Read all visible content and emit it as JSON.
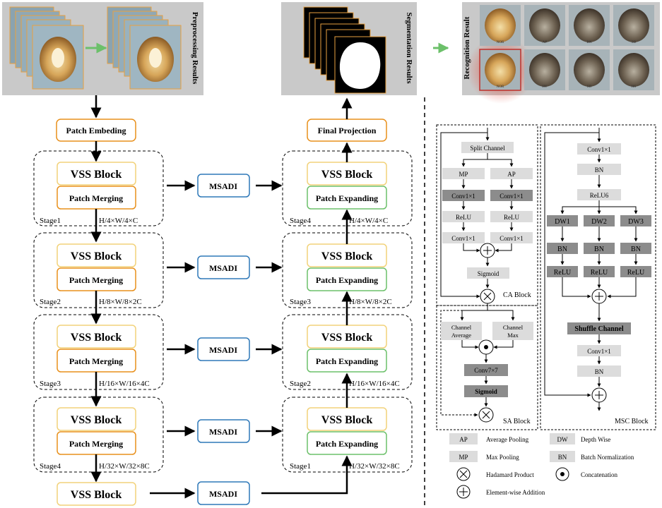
{
  "top": {
    "preprocessing_label": "Preprocessing Results",
    "segmentation_label": "Segmentation Results",
    "recognition_label": "Recognition Result",
    "recognition_tiles": [
      "NOR",
      "AP",
      "BN",
      "SD",
      "NOR",
      "HY",
      "SD",
      "HS"
    ]
  },
  "encoder": {
    "patch_embed": "Patch Embeding",
    "stages": [
      {
        "block": "VSS Block",
        "sub": "Patch Merging",
        "stage": "Stage1",
        "dim": "H/4×W/4×C"
      },
      {
        "block": "VSS Block",
        "sub": "Patch Merging",
        "stage": "Stage2",
        "dim": "H/8×W/8×2C"
      },
      {
        "block": "VSS Block",
        "sub": "Patch Merging",
        "stage": "Stage3",
        "dim": "H/16×W/16×4C"
      },
      {
        "block": "VSS Block",
        "sub": "Patch Merging",
        "stage": "Stage4",
        "dim": "H/32×W/32×8C"
      }
    ],
    "bottom_block": "VSS Block"
  },
  "msadi": [
    "MSADI",
    "MSADI",
    "MSADI",
    "MSADI",
    "MSADI"
  ],
  "decoder": {
    "final_projection": "Final Projection",
    "stages": [
      {
        "block": "VSS Block",
        "sub": "Patch Expanding",
        "stage": "Stage4",
        "dim": "H/4×W/4×C"
      },
      {
        "block": "VSS Block",
        "sub": "Patch Expanding",
        "stage": "Stage3",
        "dim": "H/8×W/8×2C"
      },
      {
        "block": "VSS Block",
        "sub": "Patch Expanding",
        "stage": "Stage2",
        "dim": "H/16×W/16×4C"
      },
      {
        "block": "VSS Block",
        "sub": "Patch Expanding",
        "stage": "Stage1",
        "dim": "H/32×W/32×8C"
      }
    ]
  },
  "ca": {
    "split": "Split Channel",
    "mp": "MP",
    "ap": "AP",
    "conv1": "Conv1×1",
    "relu": "ReLU",
    "conv2": "Conv1×1",
    "sigmoid": "Sigmoid",
    "label": "CA Block"
  },
  "sa": {
    "ch_avg_1": "Channel",
    "ch_avg_2": "Average",
    "ch_max_1": "Channel",
    "ch_max_2": "Max",
    "conv": "Conv7×7",
    "sigmoid": "Sigmoid",
    "label": "SA Block"
  },
  "msc": {
    "conv_top": "Conv1×1",
    "bn_top": "BN",
    "relu6": "ReLU6",
    "dw": [
      "DW1",
      "DW2",
      "DW3"
    ],
    "bn": "BN",
    "relu": "ReLU",
    "shuffle": "Shuffle Channel",
    "conv_bottom": "Conv1×1",
    "bn_bottom": "BN",
    "label": "MSC Block"
  },
  "legend": {
    "ap": {
      "key": "AP",
      "text": "Average Pooling"
    },
    "dw": {
      "key": "DW",
      "text": "Depth Wise"
    },
    "mp": {
      "key": "MP",
      "text": "Max Pooling"
    },
    "bn": {
      "key": "BN",
      "text": "Batch Normalization"
    },
    "hadamard": "Hadamard Product",
    "concat": "Concatenation",
    "add": "Element-wise Addition"
  },
  "colors": {
    "encoder_orange": "#E8901C",
    "vss_yellow": "#F2D27A",
    "decoder_green": "#6CC06A",
    "msadi_blue": "#2E78B8",
    "dark_gray": "#8C8C8C",
    "light_gray": "#DCDCDC",
    "arrow_green": "#6CC06A",
    "highlight_red": "#E05040"
  }
}
